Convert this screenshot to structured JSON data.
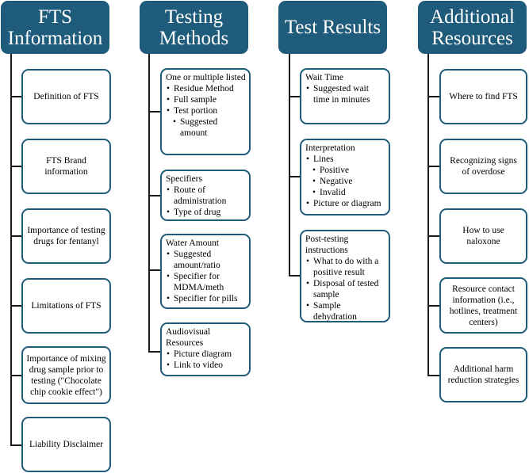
{
  "headers": {
    "fts_information": "FTS\nInformation",
    "testing_methods": "Testing\nMethods",
    "test_results": "Test Results",
    "additional_resources": "Additional\nResources"
  },
  "fts_information": {
    "items": [
      "Definition of FTS",
      "FTS Brand information",
      "Importance of testing drugs for fentanyl",
      "Limitations of FTS",
      "Importance of mixing drug sample prior to testing (\"Chocolate chip cookie effect\")",
      "Liability Disclaimer"
    ]
  },
  "testing_methods": {
    "groups": [
      {
        "title": "One or multiple listed",
        "items": [
          {
            "text": "Residue Method",
            "level": 0
          },
          {
            "text": "Full sample",
            "level": 0
          },
          {
            "text": "Test portion",
            "level": 0
          },
          {
            "text": "Suggested amount",
            "level": 1
          }
        ]
      },
      {
        "title": "Specifiers",
        "items": [
          {
            "text": "Route of administration",
            "level": 0
          },
          {
            "text": "Type of drug",
            "level": 0
          }
        ]
      },
      {
        "title": "Water Amount",
        "items": [
          {
            "text": "Suggested amount/ratio",
            "level": 0
          },
          {
            "text": "Specifier for MDMA/meth",
            "level": 0
          },
          {
            "text": "Specifier for pills",
            "level": 0
          }
        ]
      },
      {
        "title": "Audiovisual Resources",
        "items": [
          {
            "text": "Picture diagram",
            "level": 0
          },
          {
            "text": "Link to video",
            "level": 0
          }
        ]
      }
    ]
  },
  "test_results": {
    "groups": [
      {
        "title": "Wait Time",
        "items": [
          {
            "text": "Suggested wait time in minutes",
            "level": 0
          }
        ]
      },
      {
        "title": "Interpretation",
        "items": [
          {
            "text": "Lines",
            "level": 0
          },
          {
            "text": "Positive",
            "level": 1
          },
          {
            "text": "Negative",
            "level": 1
          },
          {
            "text": "Invalid",
            "level": 1
          },
          {
            "text": "Picture or diagram",
            "level": 0
          }
        ]
      },
      {
        "title": "Post-testing instructions",
        "items": [
          {
            "text": "What to do with a positive result",
            "level": 0
          },
          {
            "text": "Disposal of tested sample",
            "level": 0
          },
          {
            "text": "Sample dehydration",
            "level": 0
          }
        ]
      }
    ]
  },
  "additional_resources": {
    "items": [
      "Where to find FTS",
      "Recognizing signs of overdose",
      "How to use naloxone",
      "Resource contact information (i.e., hotlines, treatment centers)",
      "Additional harm reduction strategies"
    ]
  },
  "colors": {
    "header_fill": "#1f5b7a",
    "header_text": "#ffffff",
    "box_border": "#1f5b7a",
    "connector": "#1a1a1a"
  }
}
